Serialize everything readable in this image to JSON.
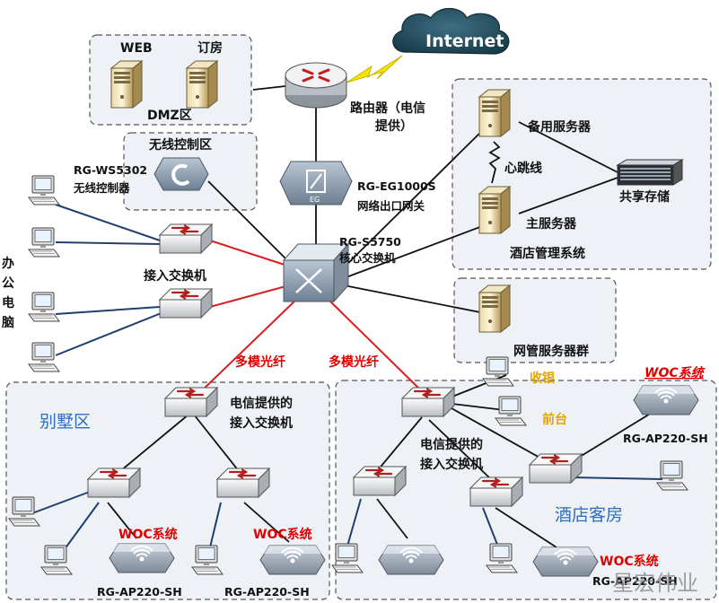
{
  "internet": "Internet",
  "router": "路由器（电信提供）",
  "router_line1": "路由器（电信",
  "router_line2": "提供）",
  "dmz": {
    "web": "WEB",
    "booking": "订房",
    "zone": "DMZ区"
  },
  "wireless_zone": "无线控制区",
  "wireless_controller": {
    "model": "RG-WS5302",
    "name": "无线控制器"
  },
  "gateway": {
    "model": "RG-EG1000S",
    "name": "网络出口网关",
    "badge": "EG"
  },
  "core": {
    "model": "RG-S5750",
    "name": "核心交换机"
  },
  "hotel_mgmt": {
    "backup": "备用服务器",
    "heartbeat": "心跳线",
    "main": "主服务器",
    "storage": "共享存储",
    "title": "酒店管理系统"
  },
  "netmgmt": "网管服务器群",
  "office": {
    "chars": [
      "办",
      "公",
      "电",
      "脑"
    ]
  },
  "access_switch": "接入交换机",
  "fiber": "多模光纤",
  "villa": {
    "zone": "别墅区",
    "switch_l1": "电信提供的",
    "switch_l2": "接入交换机",
    "woc": "WOC系统",
    "ap": "RG-AP220-SH"
  },
  "rooms": {
    "cashier": "收银",
    "front_desk": "前台",
    "woc_top": "WOC系统",
    "switch_l1": "电信提供的",
    "switch_l2": "接入交换机",
    "zone": "酒店客房",
    "woc": "WOC系统",
    "ap": "RG-AP220-SH"
  },
  "watermark": "星宏伟业",
  "colors": {
    "office_link": "#1f3f6e",
    "fiber_link": "#d81e1e",
    "device_link": "#111111",
    "zone_border": "#555555",
    "zone_fill": "#eef1f6"
  }
}
